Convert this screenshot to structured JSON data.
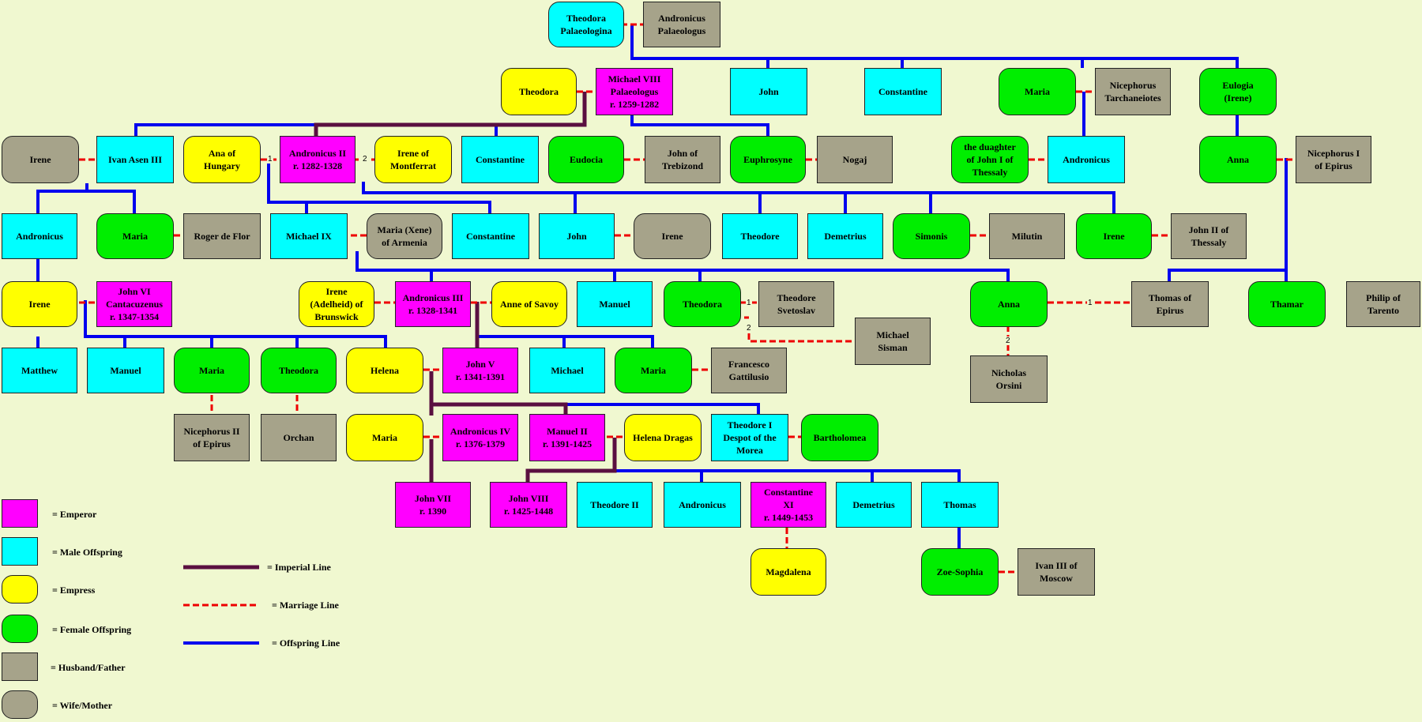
{
  "nodes": {
    "theodora_palaeologina": "Theodora\nPalaeologina",
    "andronicus_palaeologus": "Andronicus\nPalaeologus",
    "theodora_wife": "Theodora",
    "michael_viii": "Michael VIII\nPalaeologus\nr. 1259-1282",
    "john_1": "John",
    "constantine_1": "Constantine",
    "maria_1": "Maria",
    "nicephorus_tarchaneiotes": "Nicephorus\nTarchaneiotes",
    "eulogia": "Eulogia\n(Irene)",
    "irene_1": "Irene",
    "ivan_asen": "Ivan Asen III",
    "ana_hungary": "Ana of\nHungary",
    "andronicus_ii": "Andronicus II\nr. 1282-1328",
    "irene_montferrat": "Irene of\nMontferrat",
    "constantine_2": "Constantine",
    "eudocia": "Eudocia",
    "john_trebizond": "John of\nTrebizond",
    "euphrosyne": "Euphrosyne",
    "nogaj": "Nogaj",
    "daughter_john_thessaly": "the duaghter\nof John I of\nThessaly",
    "andronicus_2": "Andronicus",
    "anna_1": "Anna",
    "nicephorus_epirus": "Nicephorus I\nof Epirus",
    "andronicus_3": "Andronicus",
    "maria_2": "Maria",
    "roger_flor": "Roger de Flor",
    "michael_ix": "Michael IX",
    "maria_xene": "Maria (Xene)\nof Armenia",
    "constantine_3": "Constantine",
    "john_2": "John",
    "irene_2": "Irene",
    "theodore_1": "Theodore",
    "demetrius_1": "Demetrius",
    "simonis": "Simonis",
    "milutin": "Milutin",
    "irene_3": "Irene",
    "john_ii_thessaly": "John II of\nThessaly",
    "irene_4": "Irene",
    "john_vi": "John VI\nCantacuzenus\nr. 1347-1354",
    "irene_brunswick": "Irene\n(Adelheid) of\nBrunswick",
    "andronicus_iii": "Andronicus III\nr. 1328-1341",
    "anne_savoy": "Anne of Savoy",
    "manuel_1": "Manuel",
    "theodora_2": "Theodora",
    "theodore_svetoslav": "Theodore\nSvetoslav",
    "michael_sisman": "Michael\nSisman",
    "anna_2": "Anna",
    "thomas_epirus": "Thomas of\nEpirus",
    "thamar": "Thamar",
    "philip_tarento": "Philip of\nTarento",
    "nicholas_orsini": "Nicholas\nOrsini",
    "matthew": "Matthew",
    "manuel_2": "Manuel",
    "maria_3": "Maria",
    "theodora_3": "Theodora",
    "helena": "Helena",
    "john_v": "John V\nr. 1341-1391",
    "michael": "Michael",
    "maria_4": "Maria",
    "francesco": "Francesco\nGattilusio",
    "nicephorus_ii": "Nicephorus II\nof Epirus",
    "orchan": "Orchan",
    "maria_5": "Maria",
    "andronicus_iv": "Andronicus IV\nr. 1376-1379",
    "manuel_ii": "Manuel II\nr. 1391-1425",
    "helena_dragas": "Helena Dragas",
    "theodore_i": "Theodore I\nDespot of the\nMorea",
    "bartholomea": "Bartholomea",
    "john_vii": "John VII\nr. 1390",
    "john_viii": "John VIII\nr. 1425-1448",
    "theodore_ii": "Theodore II",
    "andronicus_4": "Andronicus",
    "constantine_xi": "Constantine\nXI\nr. 1449-1453",
    "demetrius_2": "Demetrius",
    "thomas": "Thomas",
    "magdalena": "Magdalena",
    "zoe_sophia": "Zoe-Sophia",
    "ivan_iii": "Ivan III of\nMoscow"
  },
  "marriage_numbers": {
    "ana_hungary_1": "1",
    "irene_montferrat_2": "2",
    "theodore_svetoslav_1": "1",
    "michael_sisman_2": "2",
    "thomas_epirus_1": "1",
    "nicholas_orsini_2": "2"
  },
  "legend": {
    "emperor": "= Emperor",
    "male": "= Male Offspring",
    "empress": "= Empress",
    "female": "= Female Offspring",
    "husband": "= Husband/Father",
    "wife": "= Wife/Mother",
    "imperial_line": "= Imperial Line",
    "marriage_line": "= Marriage Line",
    "offspring_line": "= Offspring Line"
  },
  "colors": {
    "background": "#f0f8d0",
    "emperor": "#ff00ff",
    "male": "#00ffff",
    "empress": "#ffff00",
    "female": "#00ee00",
    "spouse": "#a6a38a",
    "imperial_line": "#5a1040",
    "marriage_line": "#ee0000",
    "offspring_line": "#0000ee"
  }
}
